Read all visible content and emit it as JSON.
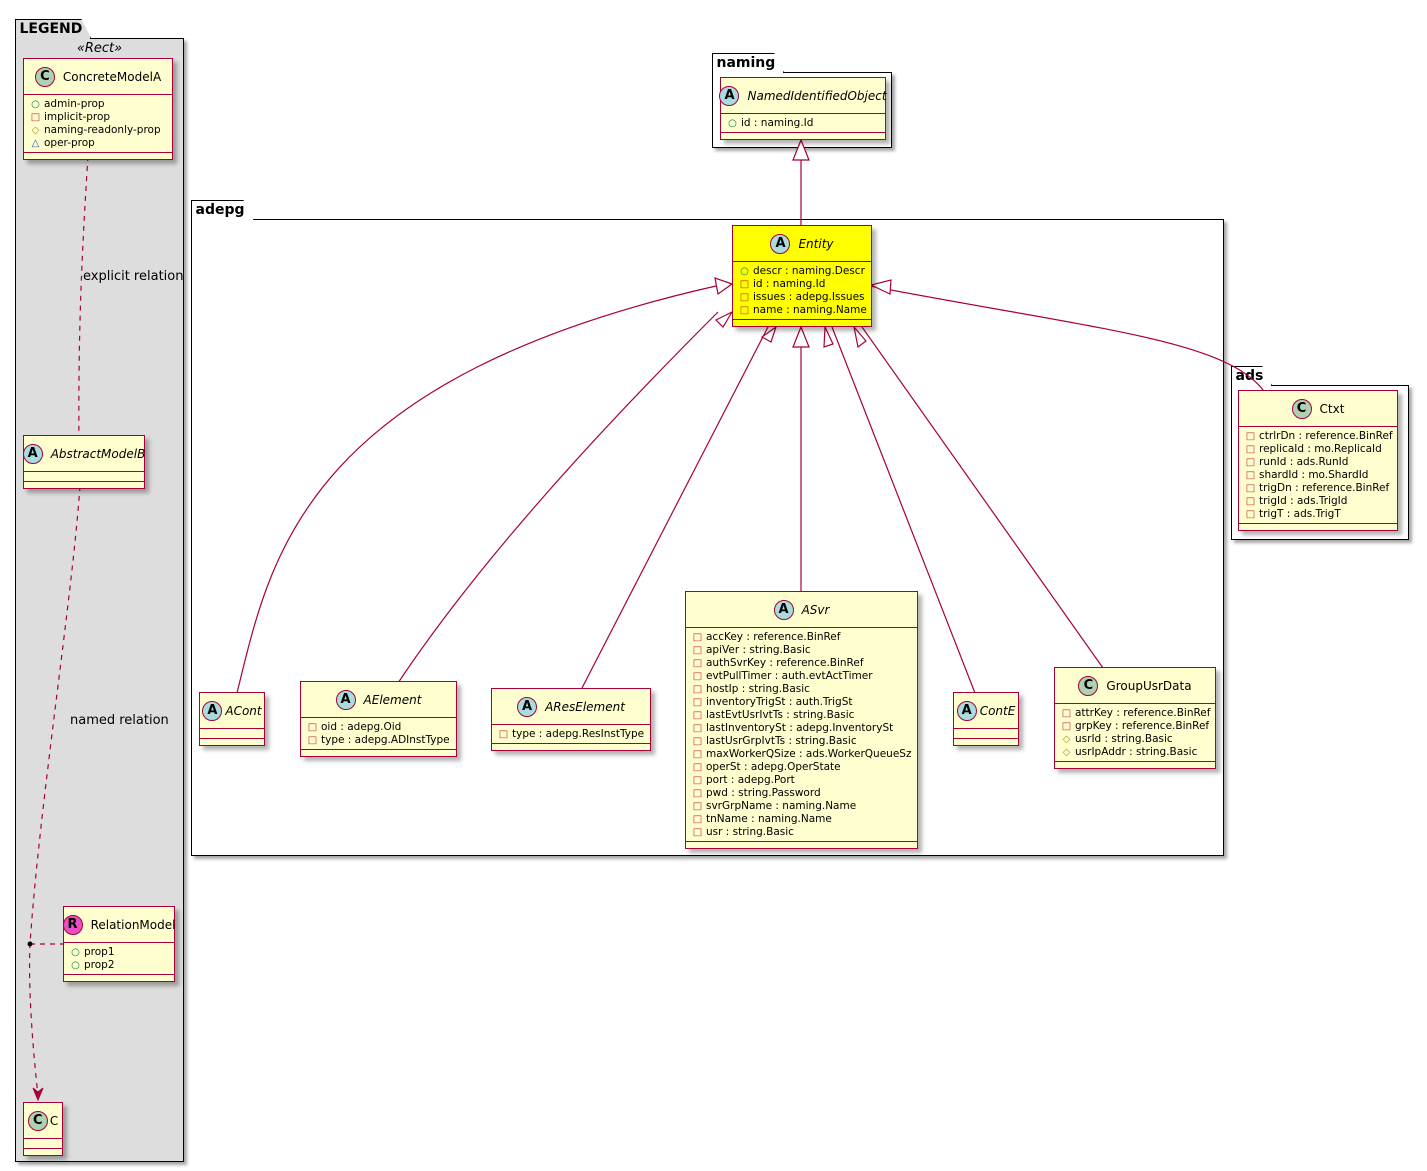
{
  "packages": {
    "legend": {
      "label": "LEGEND",
      "stereotype": "«Rect»"
    },
    "naming": {
      "label": "naming"
    },
    "adepg": {
      "label": "adepg"
    },
    "ads": {
      "label": "ads"
    }
  },
  "classes": {
    "concrete_model_a": {
      "kind": "C",
      "name": "ConcreteModelA",
      "italic": false,
      "attributes": [
        {
          "vis": "+",
          "text": "admin-prop"
        },
        {
          "vis": "-",
          "text": "implicit-prop"
        },
        {
          "vis": "#",
          "text": "naming-readonly-prop"
        },
        {
          "vis": "~",
          "text": "oper-prop"
        }
      ]
    },
    "abstract_model_b": {
      "kind": "A",
      "name": "AbstractModelB",
      "italic": true,
      "attributes": []
    },
    "relation_model": {
      "kind": "R",
      "name": "RelationModel",
      "italic": false,
      "attributes": [
        {
          "vis": "+",
          "text": "prop1"
        },
        {
          "vis": "+",
          "text": "prop2"
        }
      ]
    },
    "c": {
      "kind": "C",
      "name": "C",
      "italic": false,
      "attributes": []
    },
    "named_identified_object": {
      "kind": "A",
      "name": "NamedIdentifiedObject",
      "italic": true,
      "attributes": [
        {
          "vis": "+",
          "text": "id : naming.Id"
        }
      ]
    },
    "entity": {
      "kind": "A",
      "name": "Entity",
      "italic": true,
      "attributes": [
        {
          "vis": "+",
          "text": "descr : naming.Descr"
        },
        {
          "vis": "-",
          "text": "id : naming.Id"
        },
        {
          "vis": "-",
          "text": "issues : adepg.Issues"
        },
        {
          "vis": "-",
          "text": "name : naming.Name"
        }
      ]
    },
    "acont": {
      "kind": "A",
      "name": "ACont",
      "italic": true,
      "attributes": []
    },
    "aelement": {
      "kind": "A",
      "name": "AElement",
      "italic": true,
      "attributes": [
        {
          "vis": "-",
          "text": "oid : adepg.Oid"
        },
        {
          "vis": "-",
          "text": "type : adepg.ADInstType"
        }
      ]
    },
    "areselement": {
      "kind": "A",
      "name": "AResElement",
      "italic": true,
      "attributes": [
        {
          "vis": "-",
          "text": "type : adepg.ResInstType"
        }
      ]
    },
    "asvr": {
      "kind": "A",
      "name": "ASvr",
      "italic": true,
      "attributes": [
        {
          "vis": "-",
          "text": "accKey : reference.BinRef"
        },
        {
          "vis": "-",
          "text": "apiVer : string.Basic"
        },
        {
          "vis": "-",
          "text": "authSvrKey : reference.BinRef"
        },
        {
          "vis": "-",
          "text": "evtPullTimer : auth.evtActTimer"
        },
        {
          "vis": "-",
          "text": "hostIp : string.Basic"
        },
        {
          "vis": "-",
          "text": "inventoryTrigSt : auth.TrigSt"
        },
        {
          "vis": "-",
          "text": "lastEvtUsrIvtTs : string.Basic"
        },
        {
          "vis": "-",
          "text": "lastInventorySt : adepg.InventorySt"
        },
        {
          "vis": "-",
          "text": "lastUsrGrpIvtTs : string.Basic"
        },
        {
          "vis": "-",
          "text": "maxWorkerQSize : ads.WorkerQueueSz"
        },
        {
          "vis": "-",
          "text": "operSt : adepg.OperState"
        },
        {
          "vis": "-",
          "text": "port : adepg.Port"
        },
        {
          "vis": "-",
          "text": "pwd : string.Password"
        },
        {
          "vis": "-",
          "text": "svrGrpName : naming.Name"
        },
        {
          "vis": "-",
          "text": "tnName : naming.Name"
        },
        {
          "vis": "-",
          "text": "usr : string.Basic"
        }
      ]
    },
    "conte": {
      "kind": "A",
      "name": "ContE",
      "italic": true,
      "attributes": []
    },
    "group_usr_data": {
      "kind": "C",
      "name": "GroupUsrData",
      "italic": false,
      "attributes": [
        {
          "vis": "-",
          "text": "attrKey : reference.BinRef"
        },
        {
          "vis": "-",
          "text": "grpKey : reference.BinRef"
        },
        {
          "vis": "#",
          "text": "usrId : string.Basic"
        },
        {
          "vis": "#",
          "text": "usrIpAddr : string.Basic"
        }
      ]
    },
    "ctxt": {
      "kind": "C",
      "name": "Ctxt",
      "italic": false,
      "attributes": [
        {
          "vis": "-",
          "text": "ctrlrDn : reference.BinRef"
        },
        {
          "vis": "-",
          "text": "replicaId : mo.ReplicaId"
        },
        {
          "vis": "-",
          "text": "runId : ads.RunId"
        },
        {
          "vis": "-",
          "text": "shardId : mo.ShardId"
        },
        {
          "vis": "-",
          "text": "trigDn : reference.BinRef"
        },
        {
          "vis": "-",
          "text": "trigId : ads.TrigId"
        },
        {
          "vis": "-",
          "text": "trigT : ads.TrigT"
        }
      ]
    }
  },
  "relations": {
    "explicit_label": "explicit relation",
    "named_label": "named relation"
  },
  "colors": {
    "class_fill": "#fefece",
    "class_border": "#a80036",
    "highlight_fill": "#ffff00",
    "legend_fill": "#dddddd"
  }
}
